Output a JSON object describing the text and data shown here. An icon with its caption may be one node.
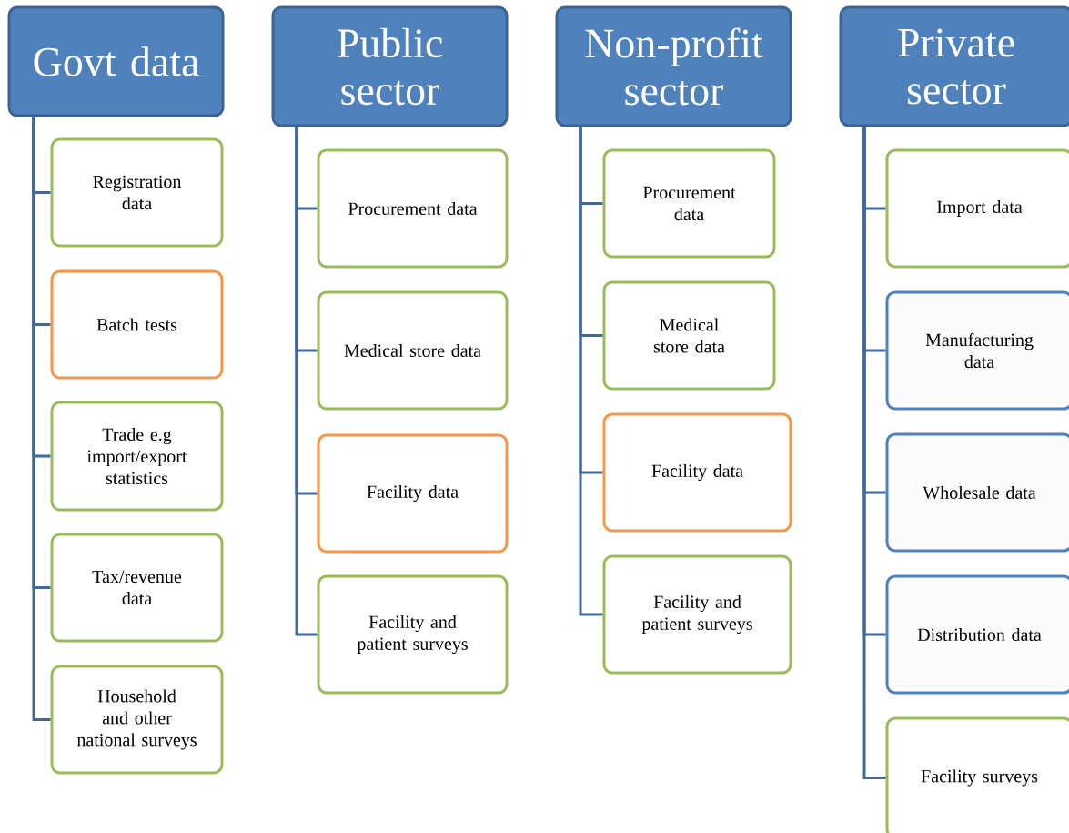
{
  "diagram": {
    "nodes": [
      {
        "text": [
          "Govt data"
        ]
      },
      {
        "text": [
          "Registration data"
        ]
      },
      {
        "text": [
          "Batch tests"
        ]
      },
      {
        "text": [
          "Trade e.g import/export statistics"
        ]
      },
      {
        "text": [
          "Tax/revenue data"
        ]
      },
      {
        "text": [
          "Household and other national surveys"
        ]
      },
      {
        "text": [
          "Public sector"
        ]
      },
      {
        "text": [
          "Procurement data"
        ]
      },
      {
        "text": [
          "Medical store data"
        ]
      },
      {
        "text": [
          "Facility data"
        ]
      },
      {
        "text": [
          "Facility and patient surveys"
        ]
      },
      {
        "text": [
          "Non-profit sector"
        ]
      },
      {
        "text": [
          "Procurement data"
        ]
      },
      {
        "text": [
          "Medical store data"
        ]
      },
      {
        "text": [
          "Facility data"
        ]
      },
      {
        "text": [
          "Facility and patient surveys"
        ]
      },
      {
        "text": [
          "Private sector"
        ]
      },
      {
        "text": [
          "Import data"
        ]
      },
      {
        "text": [
          "Manufacturing data"
        ]
      },
      {
        "text": [
          "Wholesale data"
        ]
      },
      {
        "text": [
          "Distribution data"
        ]
      },
      {
        "text": [
          "Facility surveys"
        ]
      }
    ],
    "edges": [
      {
        "from": 0,
        "to": 1,
        "arrow": "none"
      },
      {
        "from": 0,
        "to": 2,
        "arrow": "none"
      },
      {
        "from": 0,
        "to": 3,
        "arrow": "none"
      },
      {
        "from": 0,
        "to": 4,
        "arrow": "none"
      },
      {
        "from": 0,
        "to": 5,
        "arrow": "none"
      },
      {
        "from": 6,
        "to": 7,
        "arrow": "none"
      },
      {
        "from": 6,
        "to": 8,
        "arrow": "none"
      },
      {
        "from": 6,
        "to": 9,
        "arrow": "none"
      },
      {
        "from": 6,
        "to": 10,
        "arrow": "none"
      },
      {
        "from": 11,
        "to": 12,
        "arrow": "none"
      },
      {
        "from": 11,
        "to": 13,
        "arrow": "none"
      },
      {
        "from": 11,
        "to": 14,
        "arrow": "none"
      },
      {
        "from": 11,
        "to": 15,
        "arrow": "none"
      },
      {
        "from": 16,
        "to": 17,
        "arrow": "none"
      },
      {
        "from": 16,
        "to": 18,
        "arrow": "none"
      },
      {
        "from": 16,
        "to": 19,
        "arrow": "none"
      },
      {
        "from": 16,
        "to": 20,
        "arrow": "none"
      },
      {
        "from": 16,
        "to": 21,
        "arrow": "none"
      }
    ]
  }
}
